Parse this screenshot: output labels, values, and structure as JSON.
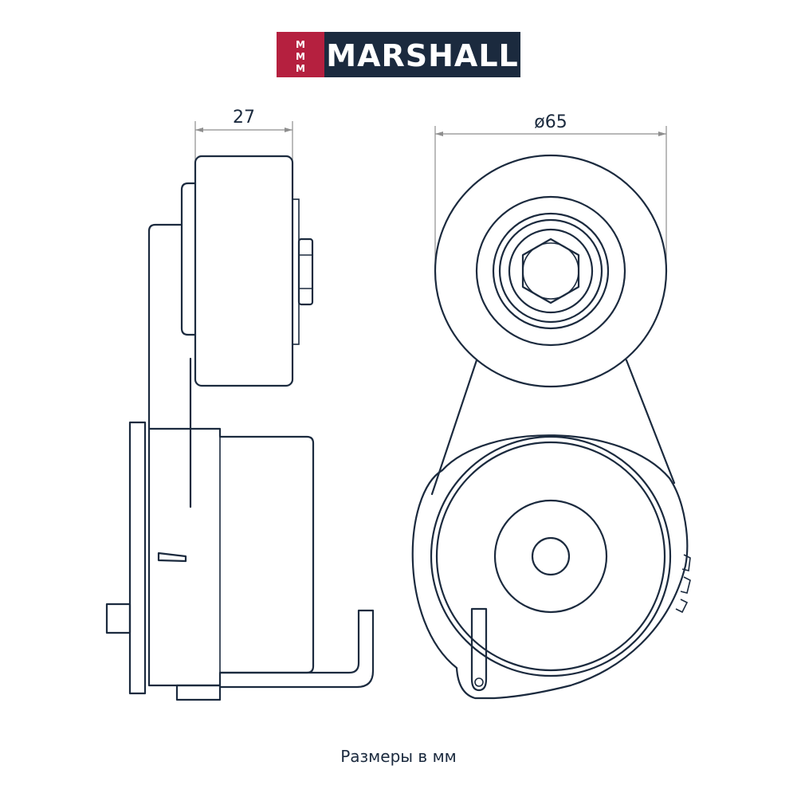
{
  "brand": {
    "name": "MARSHALL",
    "mark_letters": [
      "M",
      "M",
      "M"
    ],
    "colors": {
      "mark_bg": "#b5203f",
      "name_bg": "#1b2a3e",
      "text": "#ffffff"
    }
  },
  "dimensions": {
    "width_label": "27",
    "diameter_label": "ø65"
  },
  "caption": "Размеры в мм",
  "colors": {
    "line": "#1b2a3e",
    "dimension_line": "#8e8e8e",
    "background": "#ffffff"
  }
}
